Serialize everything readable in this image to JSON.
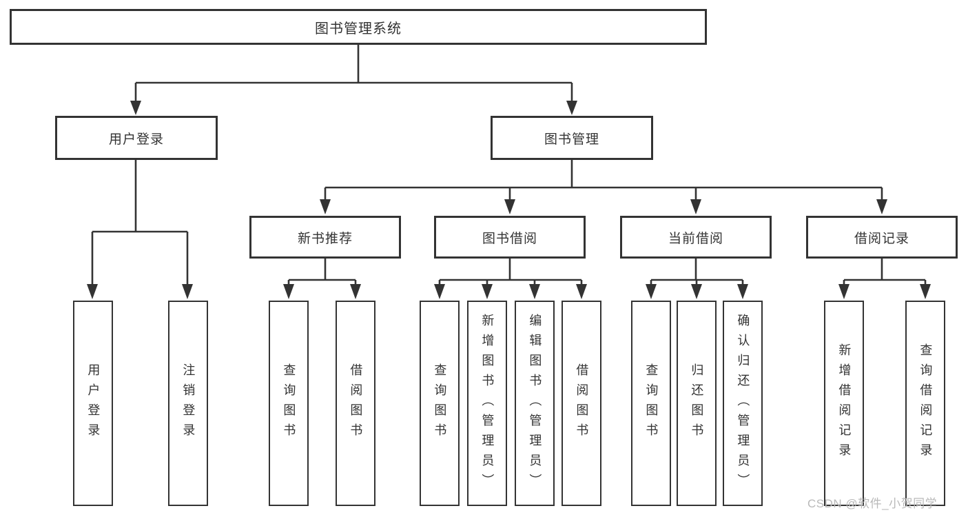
{
  "diagram": {
    "root": {
      "label": "图书管理系统"
    },
    "branches": [
      {
        "label": "用户登录",
        "children": [
          {
            "label": "用户登录"
          },
          {
            "label": "注销登录"
          }
        ]
      },
      {
        "label": "图书管理",
        "sections": [
          {
            "label": "新书推荐",
            "children": [
              {
                "label": "查询图书"
              },
              {
                "label": "借阅图书"
              }
            ]
          },
          {
            "label": "图书借阅",
            "children": [
              {
                "label": "查询图书"
              },
              {
                "label": "新增图书（管理员）"
              },
              {
                "label": "编辑图书（管理员）"
              },
              {
                "label": "借阅图书"
              }
            ]
          },
          {
            "label": "当前借阅",
            "children": [
              {
                "label": "查询图书"
              },
              {
                "label": "归还图书"
              },
              {
                "label": "确认归还（管理员）"
              }
            ]
          },
          {
            "label": "借阅记录",
            "children": [
              {
                "label": "新增借阅记录"
              },
              {
                "label": "查询借阅记录"
              }
            ]
          }
        ]
      }
    ]
  },
  "colors": {
    "line": "#333333",
    "text": "#333333",
    "box_background": "#ffffff",
    "watermark": "#b9b9b9"
  },
  "watermark": {
    "text": "CSDN @软件_小贺同学"
  }
}
